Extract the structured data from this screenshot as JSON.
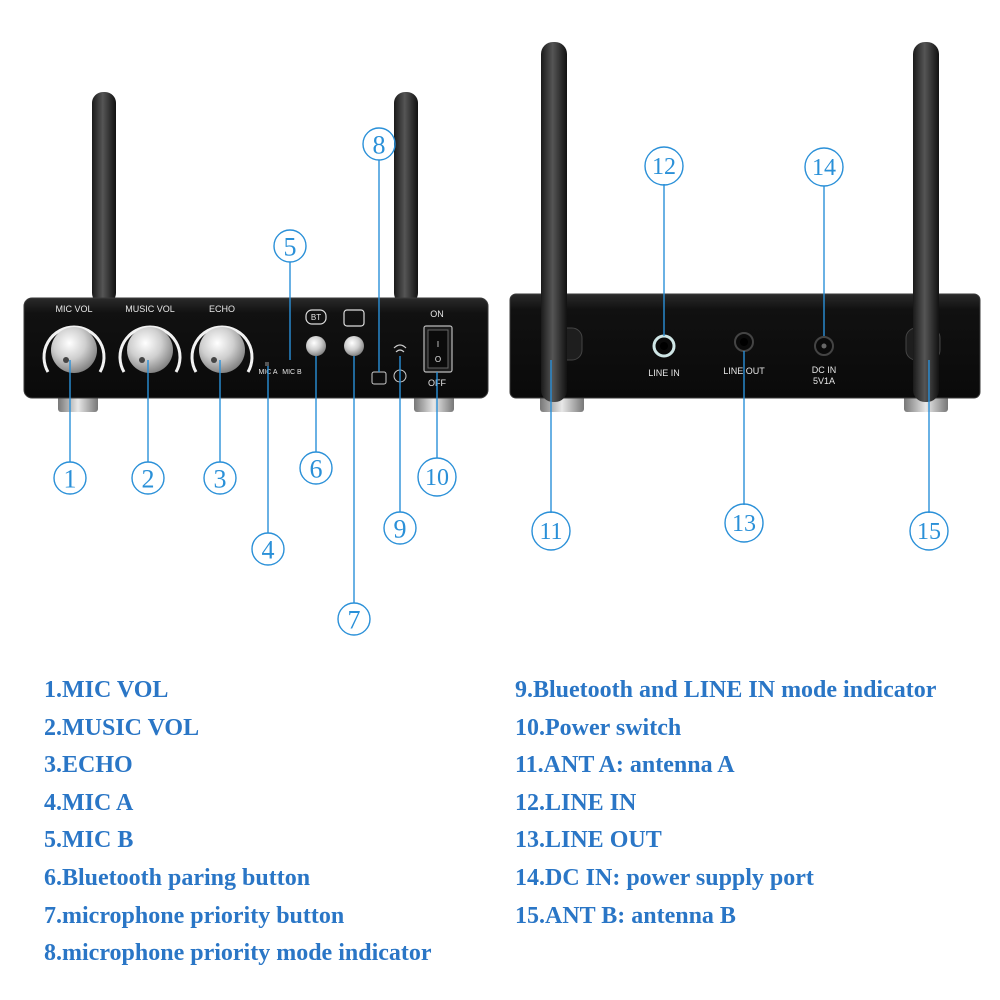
{
  "front_panel": {
    "knobs": [
      "MIC VOL",
      "MUSIC VOL",
      "ECHO"
    ],
    "mic_a": "MIC A",
    "mic_b": "MIC B",
    "bt_button": "BT",
    "on_label": "ON",
    "off_label": "OFF",
    "switch_on": "I",
    "switch_off": "O"
  },
  "back_panel": {
    "line_in": "LINE IN",
    "line_out": "LINE OUT",
    "dc_in": "DC IN",
    "dc_rating": "5V1A"
  },
  "callouts": [
    "1",
    "2",
    "3",
    "4",
    "5",
    "6",
    "7",
    "8",
    "9",
    "10",
    "11",
    "12",
    "13",
    "14",
    "15"
  ],
  "legend": {
    "left": [
      "1.MIC VOL",
      "2.MUSIC VOL",
      "3.ECHO",
      "4.MIC A",
      "5.MIC B",
      "6.Bluetooth paring button",
      "7.microphone priority button",
      "8.microphone priority mode indicator"
    ],
    "right": [
      "9.Bluetooth and LINE IN mode indicator",
      "10.Power switch",
      "11.ANT A: antenna A",
      "12.LINE IN",
      "13.LINE OUT",
      "14.DC IN: power supply port",
      "15.ANT B: antenna B"
    ]
  },
  "colors": {
    "accent": "#2a76c6",
    "callout": "#2a90d8",
    "device": "#121212"
  }
}
